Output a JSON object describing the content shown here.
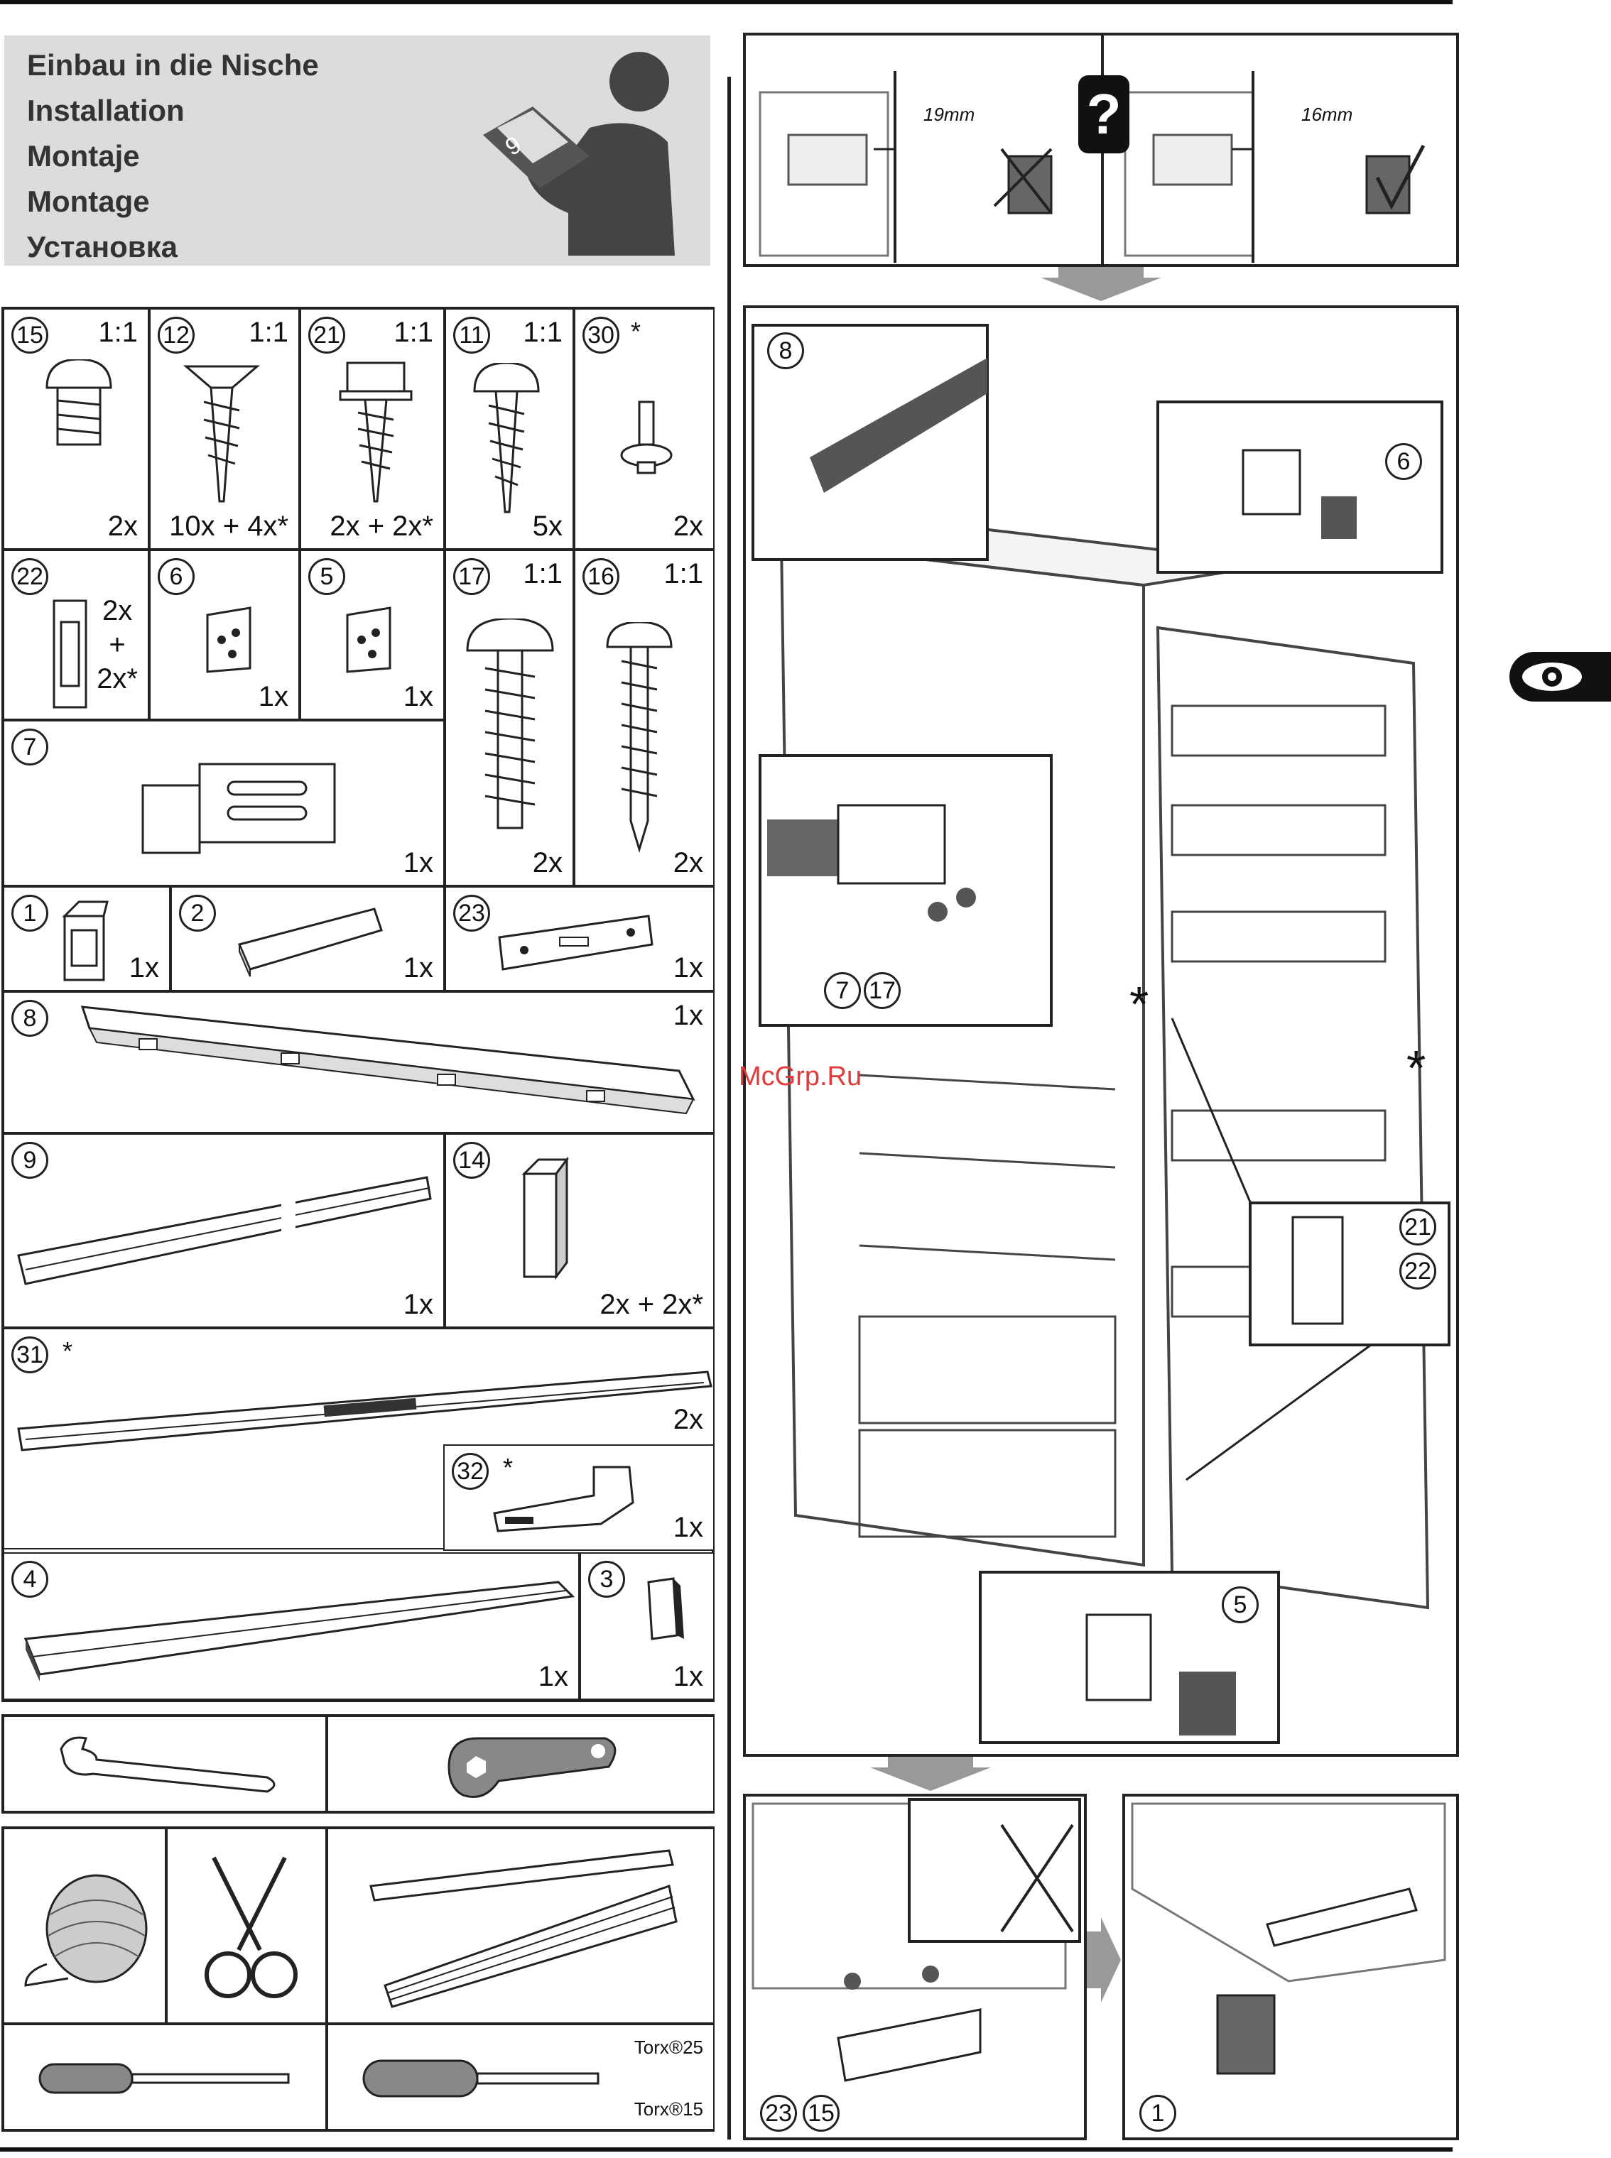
{
  "header": {
    "lines": [
      "Einbau in die Nische",
      "Installation",
      "Montaje",
      "Montage",
      "Установка"
    ],
    "icon_number": "9"
  },
  "parts": {
    "p15": {
      "num": "15",
      "scale": "1:1",
      "qty": "2x"
    },
    "p12": {
      "num": "12",
      "scale": "1:1",
      "qty": "10x + 4x*"
    },
    "p21": {
      "num": "21",
      "scale": "1:1",
      "qty": "2x + 2x*"
    },
    "p11": {
      "num": "11",
      "scale": "1:1",
      "qty": "5x"
    },
    "p30": {
      "num": "30",
      "star": "*",
      "qty": "2x"
    },
    "p22": {
      "num": "22",
      "qty_a": "2x",
      "qty_plus": "+",
      "qty_b": "2x*"
    },
    "p6": {
      "num": "6",
      "qty": "1x"
    },
    "p5": {
      "num": "5",
      "qty": "1x"
    },
    "p17": {
      "num": "17",
      "scale": "1:1",
      "qty": "2x"
    },
    "p16": {
      "num": "16",
      "scale": "1:1",
      "qty": "2x"
    },
    "p7": {
      "num": "7",
      "qty": "1x"
    },
    "p1": {
      "num": "1",
      "qty": "1x"
    },
    "p2": {
      "num": "2",
      "qty": "1x"
    },
    "p23": {
      "num": "23",
      "qty": "1x"
    },
    "p8": {
      "num": "8",
      "qty": "1x"
    },
    "p9": {
      "num": "9",
      "qty": "1x"
    },
    "p14": {
      "num": "14",
      "qty": "2x + 2x*"
    },
    "p31": {
      "num": "31",
      "star": "*",
      "qty": "2x"
    },
    "p32": {
      "num": "32",
      "star": "*",
      "qty": "1x"
    },
    "p4": {
      "num": "4",
      "qty": "1x"
    },
    "p3": {
      "num": "3",
      "qty": "1x"
    }
  },
  "tools": {
    "torx_top": "Torx®25",
    "torx_bottom": "Torx®15"
  },
  "right": {
    "top_left_mm": "19mm",
    "top_right_mm": "16mm",
    "question": "?",
    "callout_8": "8",
    "callout_6": "6",
    "callout_7": "7",
    "callout_17": "17",
    "callout_21": "21",
    "callout_22": "22",
    "callout_5": "5",
    "callout_23": "23",
    "callout_15": "15",
    "callout_1": "1",
    "star": "*"
  },
  "watermark": "McGrp.Ru"
}
